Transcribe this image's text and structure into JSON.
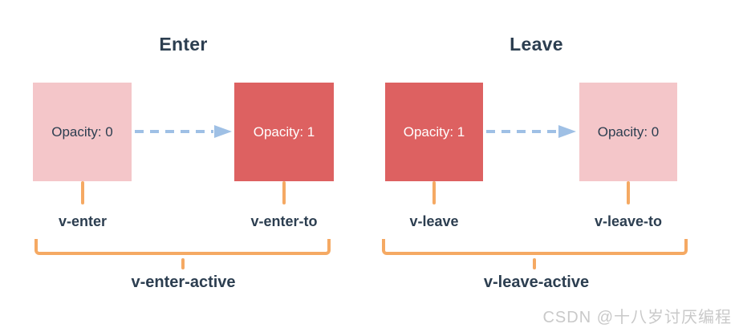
{
  "colors": {
    "box_pink": "#f4c6c9",
    "box_red": "#dd6161",
    "arrow_blue": "#9fc0e5",
    "bracket_orange": "#f5a963",
    "text_dark": "#2c3e50",
    "watermark_gray": "#c9c9c9"
  },
  "sections": [
    {
      "title": "Enter",
      "start_box": {
        "label": "Opacity: 0",
        "variant": "pink"
      },
      "end_box": {
        "label": "Opacity: 1",
        "variant": "red"
      },
      "start_label": "v-enter",
      "end_label": "v-enter-to",
      "active_label": "v-enter-active"
    },
    {
      "title": "Leave",
      "start_box": {
        "label": "Opacity: 1",
        "variant": "red"
      },
      "end_box": {
        "label": "Opacity: 0",
        "variant": "pink"
      },
      "start_label": "v-leave",
      "end_label": "v-leave-to",
      "active_label": "v-leave-active"
    }
  ],
  "watermark": "CSDN @十八岁讨厌编程"
}
